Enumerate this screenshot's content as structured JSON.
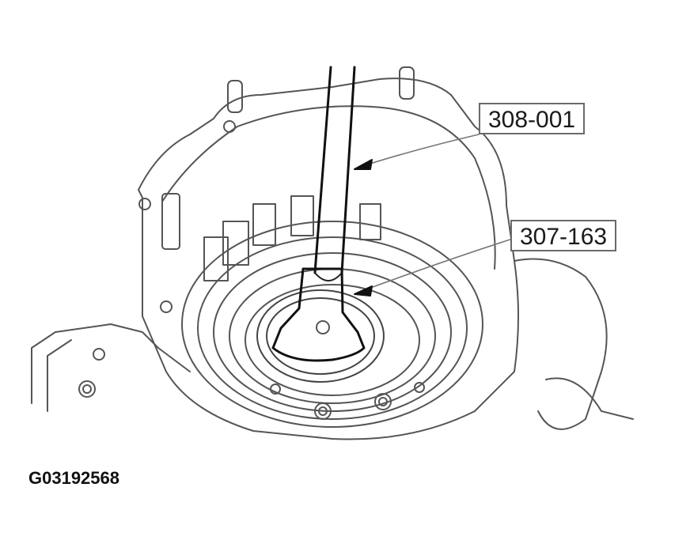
{
  "figure": {
    "id": "G03192568",
    "callouts": [
      {
        "label": "308-001"
      },
      {
        "label": "307-163"
      }
    ]
  }
}
